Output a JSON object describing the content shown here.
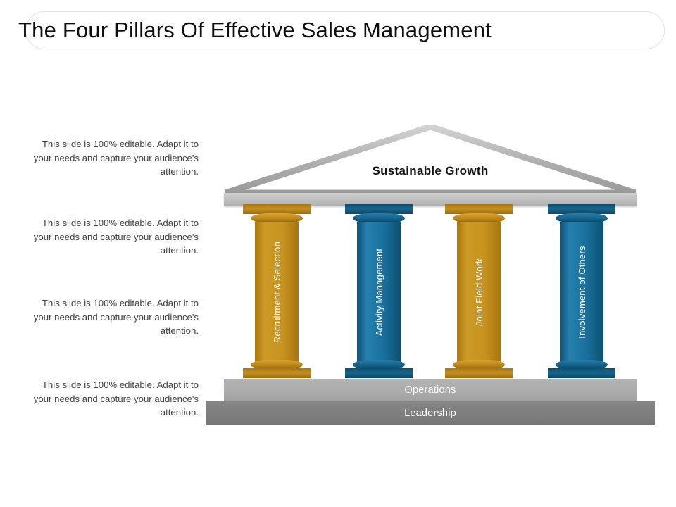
{
  "title": "The Four Pillars Of Effective Sales Management",
  "descriptions": [
    "This slide is 100% editable. Adapt it to your needs and capture your audience's attention.",
    "This slide is 100% editable. Adapt it to your needs and capture your audience's attention.",
    "This slide is 100% editable. Adapt it to your needs and capture your audience's attention.",
    "This slide is 100% editable. Adapt it to your needs and capture your audience's attention."
  ],
  "temple": {
    "pediment_label": "Sustainable Growth",
    "pillars": [
      {
        "label": "Recruitment & Selection",
        "color": "#c8931f"
      },
      {
        "label": "Activity Management",
        "color": "#1a6f9b"
      },
      {
        "label": "Joint Field Work",
        "color": "#c8931f"
      },
      {
        "label": "Involvement of Others",
        "color": "#1a6f9b"
      }
    ],
    "steps": [
      {
        "label": "Operations",
        "color": "#aaaaaa"
      },
      {
        "label": "Leadership",
        "color": "#7d7d7d"
      }
    ],
    "entablature_color": "#bdbdbd",
    "pediment_color": "#a6a6a6"
  }
}
